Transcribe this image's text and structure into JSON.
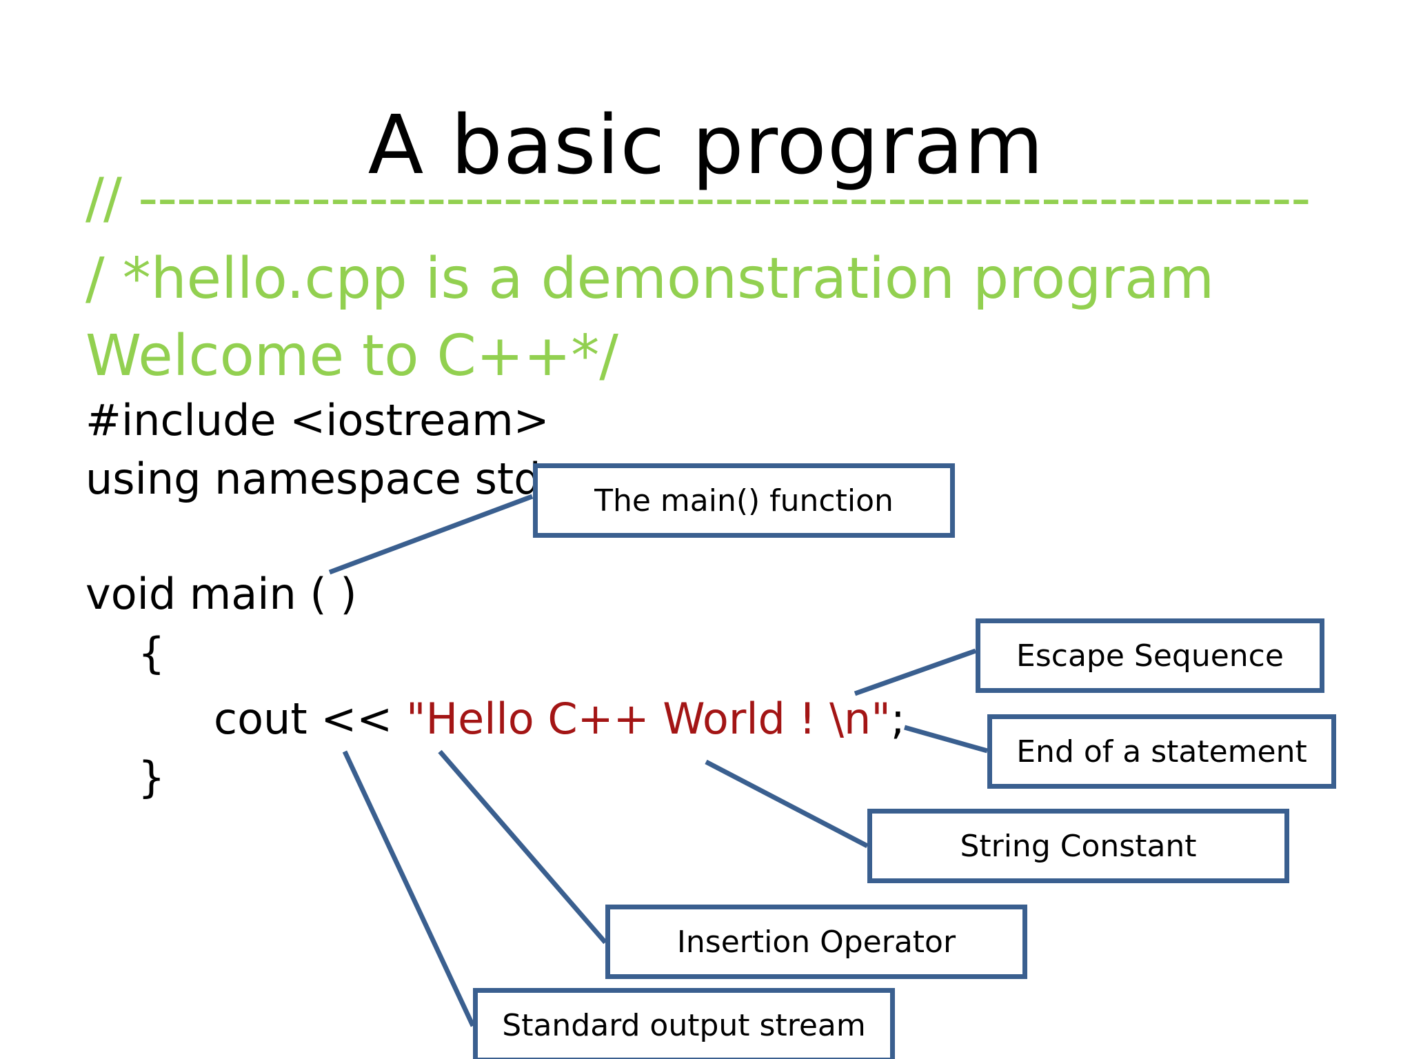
{
  "slide": {
    "title": "A basic program"
  },
  "code": {
    "comment_dash": "// -------------------------------------------------------------",
    "comment_line1": "/ *hello.cpp is a demonstration program",
    "comment_line2": "Welcome to C++*/",
    "include_line": "#include <iostream>",
    "using_line": "using namespace std;",
    "main_line": "void main ( )",
    "open_brace": "{",
    "cout_prefix": "cout << ",
    "cout_string": "\"Hello C++ World ! \\n\"",
    "cout_suffix": ";",
    "close_brace": "}"
  },
  "callouts": {
    "main_function": "The main() function",
    "escape_sequence": "Escape Sequence",
    "end_statement": "End of a statement",
    "string_constant": "String Constant",
    "insertion_operator": "Insertion Operator",
    "output_stream": "Standard output stream"
  },
  "colors": {
    "comment": "#92d050",
    "string": "#a31515",
    "callout_border": "#3a5f8f",
    "text": "#000000"
  }
}
